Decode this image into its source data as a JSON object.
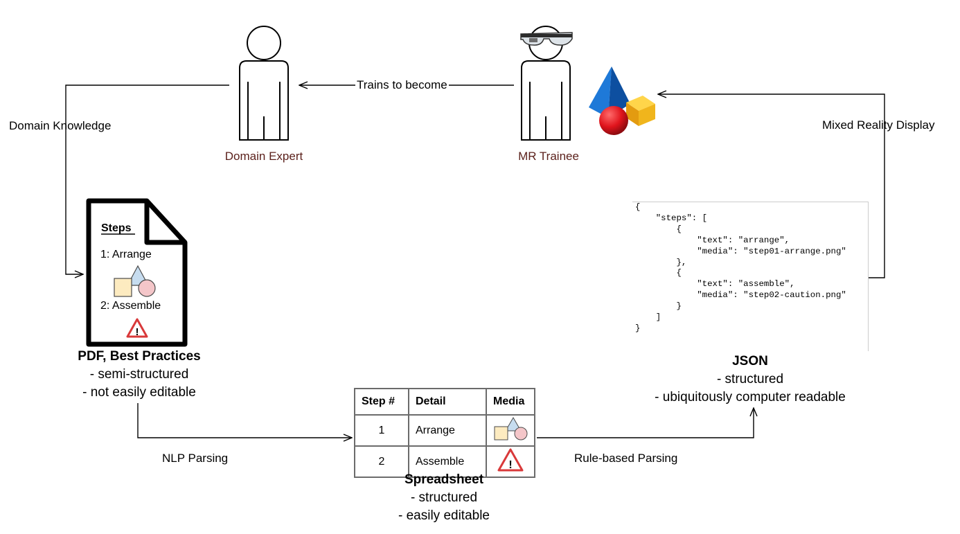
{
  "domain_expert": {
    "label": "Domain Expert"
  },
  "mr_trainee": {
    "label": "MR Trainee"
  },
  "edges": {
    "trains": "Trains to become",
    "domain_knowledge": "Domain Knowledge",
    "mixed_reality": "Mixed Reality Display",
    "nlp": "NLP Parsing",
    "rule_based": "Rule-based Parsing"
  },
  "pdf_doc": {
    "heading": "Steps",
    "step1": "1: Arrange",
    "step2": "2: Assemble",
    "caption_title": "PDF, Best Practices",
    "caption_line1": "- semi-structured",
    "caption_line2": "- not easily editable"
  },
  "json_node": {
    "code": "{\n    \"steps\": [\n        {\n            \"text\": \"arrange\",\n            \"media\": \"step01-arrange.png\"\n        },\n        {\n            \"text\": \"assemble\",\n            \"media\": \"step02-caution.png\"\n        }\n    ]\n}",
    "caption_title": "JSON",
    "caption_line1": "- structured",
    "caption_line2": "-  ubiquitously computer readable"
  },
  "spreadsheet": {
    "headers": {
      "step": "Step #",
      "detail": "Detail",
      "media": "Media"
    },
    "rows": [
      {
        "step": "1",
        "detail": "Arrange",
        "media_icon": "shapes-icon"
      },
      {
        "step": "2",
        "detail": "Assemble",
        "media_icon": "caution-icon"
      }
    ],
    "caption_title": "Spreadsheet",
    "caption_line1": "- structured",
    "caption_line2": "- easily editable"
  },
  "colors": {
    "label_brown": "#5a1f1a",
    "caution_red": "#d9393a",
    "square_fill": "#fdebc0",
    "triangle_fill": "#c6dcef",
    "circle_fill": "#f4c6c9",
    "pyramid_blue": "#1e79d8",
    "sphere_red": "#e0141c",
    "cube_yellow": "#f0b51c"
  }
}
